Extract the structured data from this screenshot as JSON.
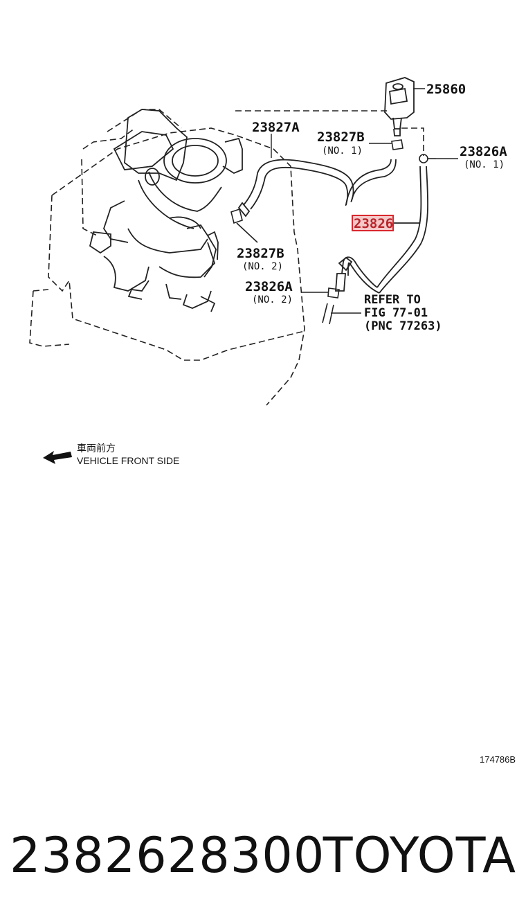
{
  "labels": {
    "p25860": "25860",
    "p23827A": "23827A",
    "p23827B_no1": "23827B",
    "p23827B_no1_sub": "(NO. 1)",
    "p23826A_no1": "23826A",
    "p23826A_no1_sub": "(NO. 1)",
    "p23826_highlight": "23826",
    "p23827B_no2": "23827B",
    "p23827B_no2_sub": "(NO. 2)",
    "p23826A_no2": "23826A",
    "p23826A_no2_sub": "(NO. 2)",
    "refer_line1": "REFER TO",
    "refer_line2": "FIG 77-01",
    "refer_line3": "(PNC 77263)"
  },
  "direction": {
    "jp": "車両前方",
    "en": "VEHICLE FRONT SIDE"
  },
  "figure_id": "174786B",
  "footer": {
    "part_number": "2382628300",
    "brand": "TOYOTA"
  },
  "colors": {
    "highlight": "#d9272d",
    "highlight_fill": "#f6c9c9",
    "line": "#111111"
  }
}
